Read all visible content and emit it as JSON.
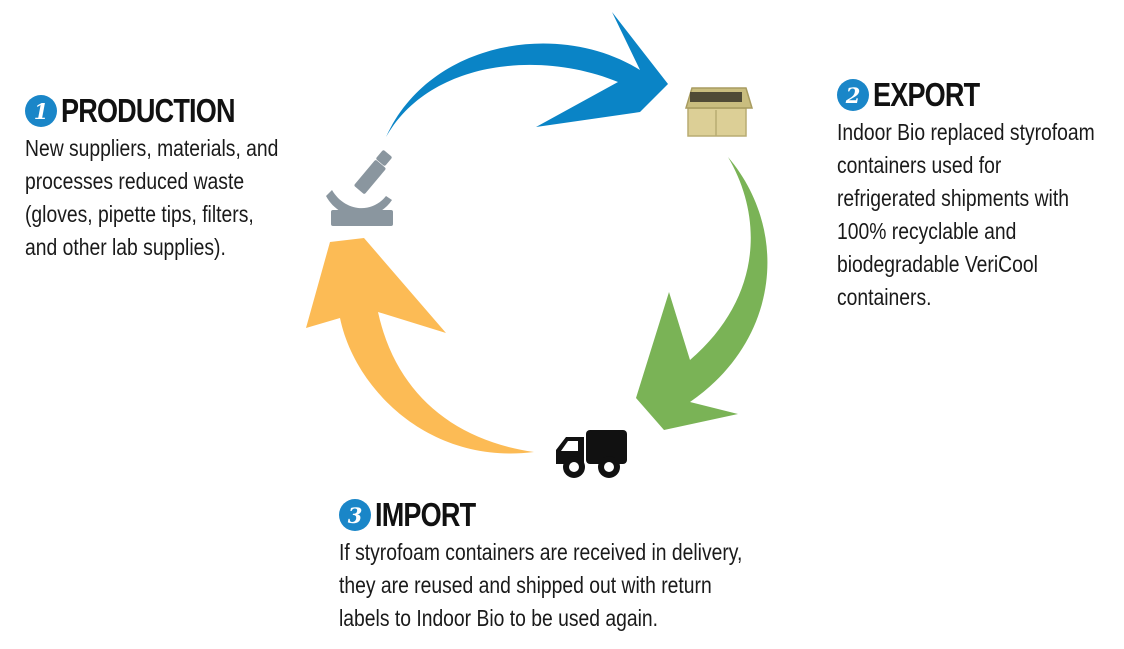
{
  "steps": [
    {
      "number": "1",
      "title": "PRODUCTION",
      "lines": [
        "New suppliers, materials, and",
        "processes reduced waste",
        "(gloves, pipette tips, filters,",
        "and other lab supplies)."
      ]
    },
    {
      "number": "2",
      "title": "EXPORT",
      "lines": [
        "Indoor Bio replaced styrofoam",
        "containers used for",
        "refrigerated shipments with",
        "100% recyclable and",
        "biodegradable VeriCool",
        "containers."
      ]
    },
    {
      "number": "3",
      "title": "IMPORT",
      "lines": [
        "If styrofoam containers are received in delivery,",
        "they are reused and shipped out with return",
        "labels to Indoor Bio to be used again."
      ]
    }
  ],
  "icons": {
    "production": "microscope-icon",
    "export": "open-box-icon",
    "import": "delivery-truck-icon"
  },
  "colors": {
    "arrow_production_to_export": "#0a84c6",
    "arrow_export_to_import": "#7ab356",
    "arrow_import_to_production": "#fcbb55",
    "number_badge": "#1a86c8",
    "microscope": "#8a969f",
    "box": "#d9d09a",
    "truck": "#111111"
  }
}
